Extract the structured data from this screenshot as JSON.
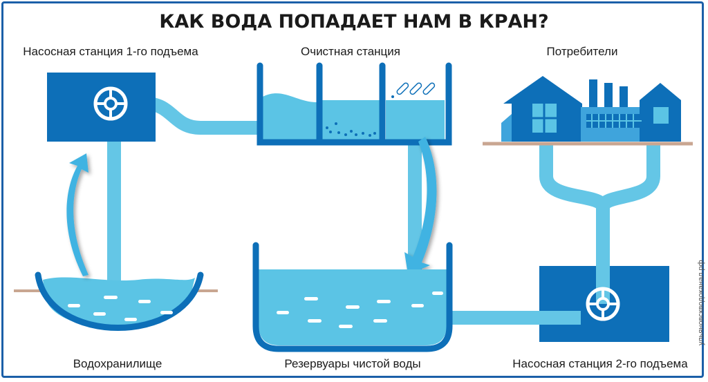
{
  "title": "КАК ВОДА ПОПАДАЕТ НАМ В КРАН?",
  "labels": {
    "pump_station_1": "Насосная станция 1-го подъема",
    "treatment_station": "Очистная станция",
    "consumers": "Потребители",
    "reservoir": "Водохранилище",
    "clean_water_tanks": "Резервуары чистой воды",
    "pump_station_2": "Насосная станция 2-го подъема"
  },
  "source": "ульяновскводоканал.рф",
  "colors": {
    "dark_blue": "#0d6fb8",
    "water": "#5bc4e5",
    "pipe": "#64c6e6",
    "ground": "#c9a691",
    "frame": "#1b5fa8"
  }
}
